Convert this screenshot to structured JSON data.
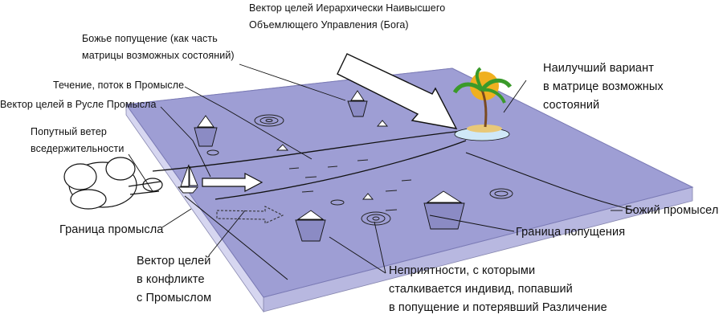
{
  "labels": {
    "goal_vector_top": [
      "Вектор целей Иерархически Наивысшего",
      "Объемлющего Управления (Бога)"
    ],
    "divine_permission": [
      "Божье попущение (как часть",
      "матрицы возможных состояний)"
    ],
    "current_flow": "Течение, поток в Промысле",
    "goal_vector_providence": "Вектор целей в Русле Промысла",
    "tailwind": [
      "Попутный ветер",
      "вседержительности"
    ],
    "best_option": [
      "Наилучший вариант",
      "в матрице возможных",
      "состояний"
    ],
    "divine_providence": "Божий промысел",
    "providence_border": "Граница промысла",
    "permission_border": "Граница попущения",
    "goal_vector_conflict": [
      "Вектор целей",
      "в конфликте",
      "с Промыслом"
    ],
    "troubles": [
      "Неприятности, с которыми",
      "сталкивается индивид, попавший",
      "в попущение и потерявший Различение"
    ]
  },
  "colors": {
    "plane_top": "#9e9ed4",
    "plane_side": "#c9c9ea",
    "line": "#111111",
    "island_sand": "#e8c878",
    "sun": "#f0b020",
    "palm": "#3a9a2a"
  },
  "icons": [
    "storm-cloud-icon",
    "sailboat-icon",
    "island-palm-icon",
    "iceberg-icon",
    "whirlpool-icon",
    "sun-icon"
  ]
}
